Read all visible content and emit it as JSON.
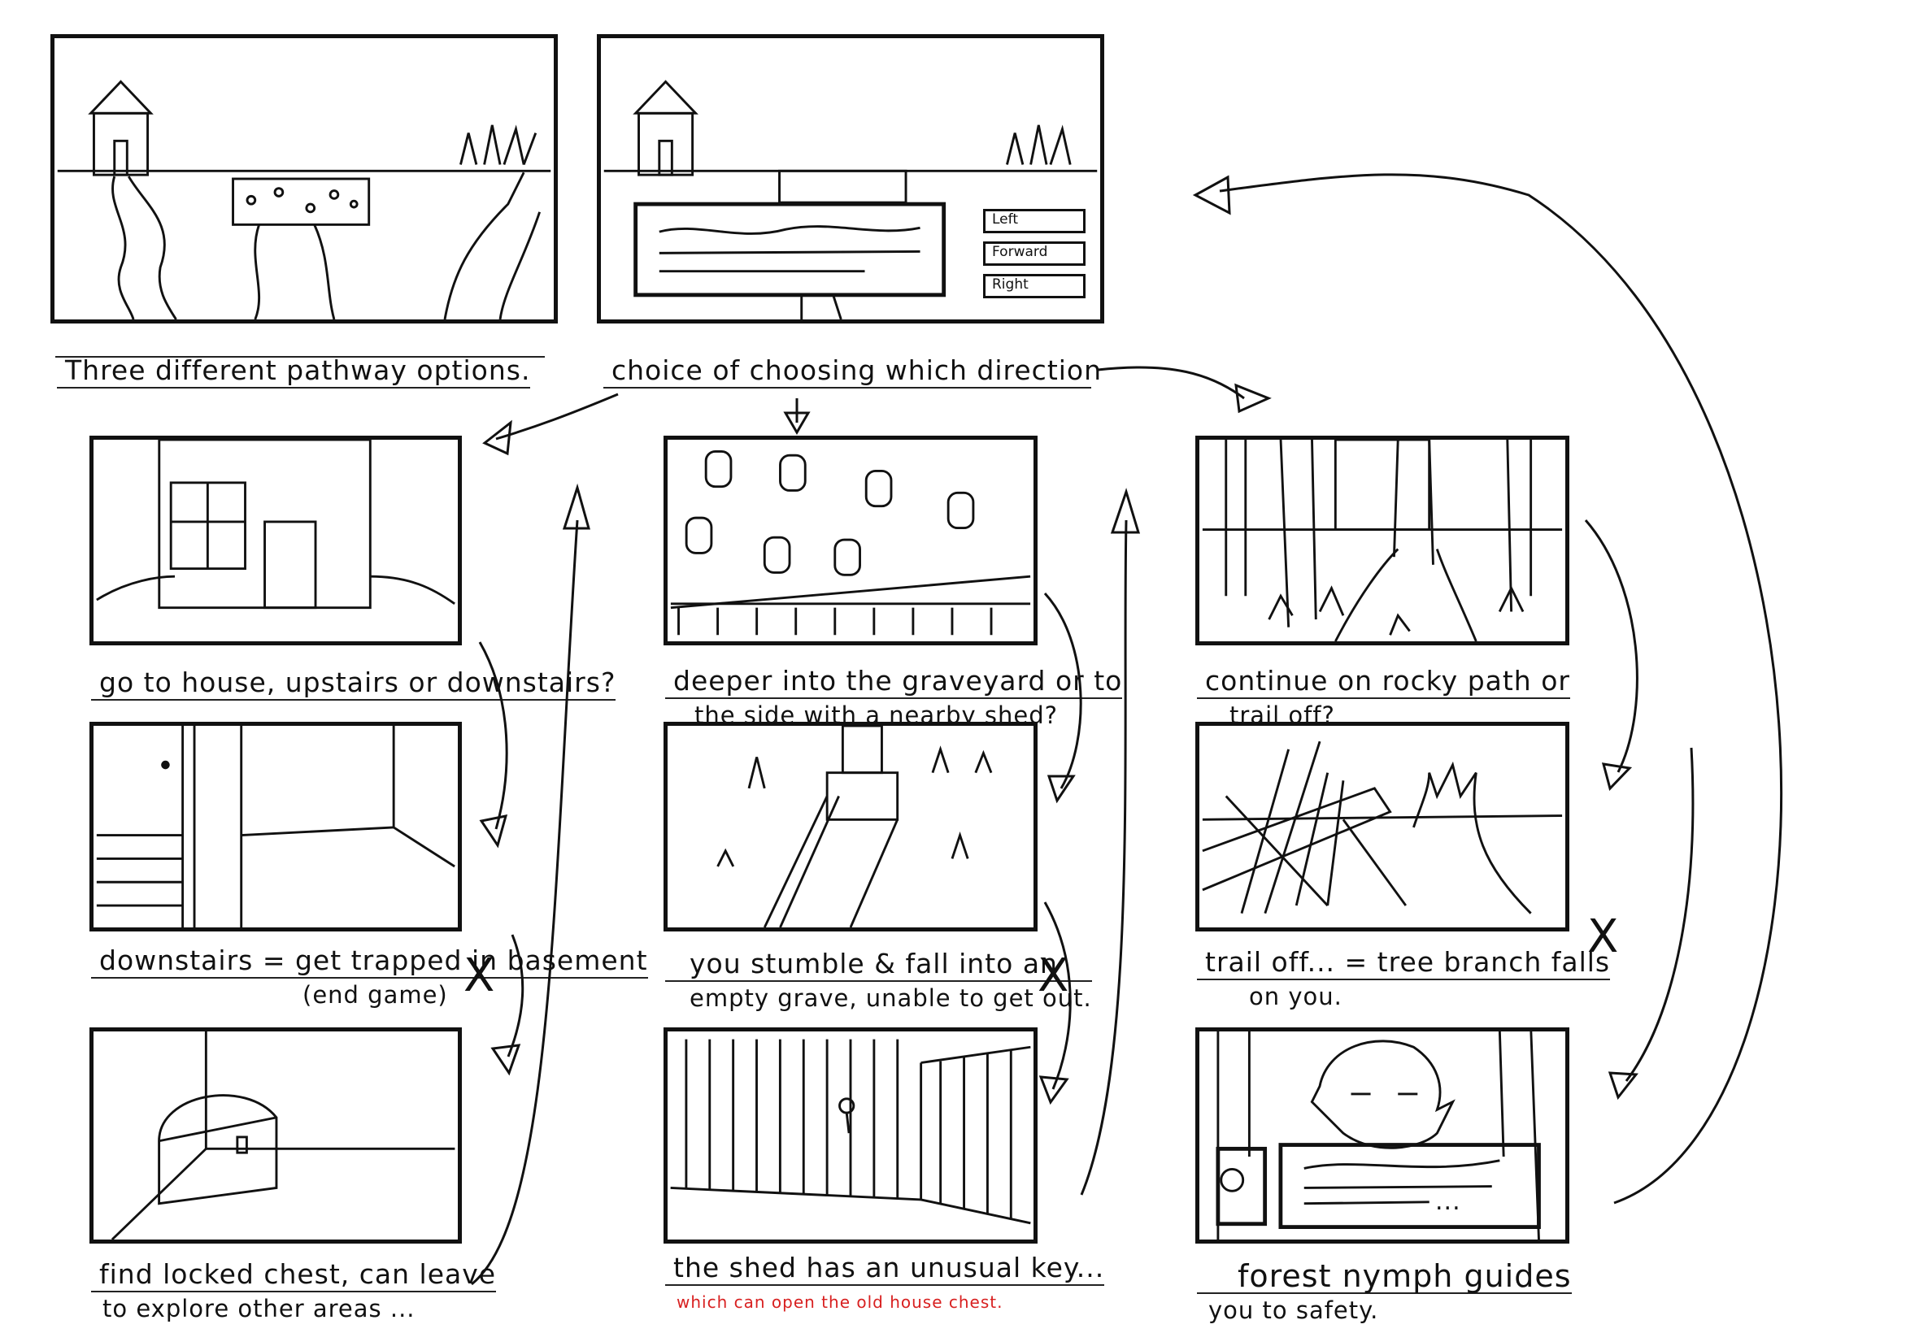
{
  "captions": {
    "p1": "Three different pathway options.",
    "p2": "choice of choosing which direction",
    "house1": "go to house, upstairs or downstairs?",
    "house2_a": "downstairs = get trapped in basement",
    "house2_b": "(end game)",
    "house3_a": "find locked chest, can leave",
    "house3_b": "to explore other areas ...",
    "grave1_a": "deeper into the graveyard or to",
    "grave1_b": "the side with a nearby shed?",
    "grave2_a": "you stumble & fall into an",
    "grave2_b": "empty grave, unable to get out.",
    "grave3_a": "the shed has an unusual key...",
    "grave3_b": "which can open the old house chest.",
    "forest1_a": "continue on rocky path or",
    "forest1_b": "trail off?",
    "forest2_a": "trail off... = tree branch falls",
    "forest2_b": "on you.",
    "forest3_a": "forest nymph guides",
    "forest3_b": "you to safety."
  },
  "choice_buttons": {
    "left": "Left",
    "forward": "Forward",
    "right": "Right"
  },
  "end_marks": {
    "house": "X",
    "grave": "X",
    "forest": "X"
  },
  "dialogue_ellipsis": "...",
  "colors": {
    "ink": "#111111",
    "note_red": "#d82020"
  }
}
